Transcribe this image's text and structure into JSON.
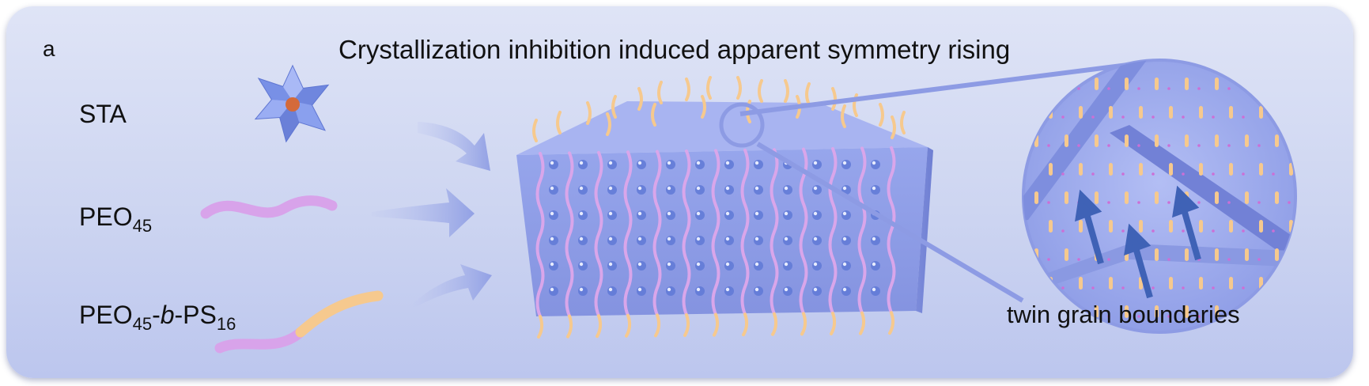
{
  "panel_label": "a",
  "title": "Crystallization inhibition induced apparent symmetry rising",
  "components": {
    "sta": "STA",
    "peo": {
      "base": "PEO",
      "subscript": "45"
    },
    "block_copolymer": {
      "part1": "PEO",
      "sub1": "45",
      "part2": "-",
      "italic": "b",
      "part3": "-PS",
      "sub2": "16"
    }
  },
  "inset_label": "twin grain boundaries",
  "colors": {
    "background_top": "#dfe4f6",
    "background_bottom": "#bcc6ee",
    "crystal_front": "#8f9fe8",
    "crystal_top": "#aab6f2",
    "peo_chain": "#d9a6ea",
    "ps_chain": "#f6c98e",
    "cluster_blue": "#5f79d6",
    "arrow_blue": "#3f62b6"
  }
}
